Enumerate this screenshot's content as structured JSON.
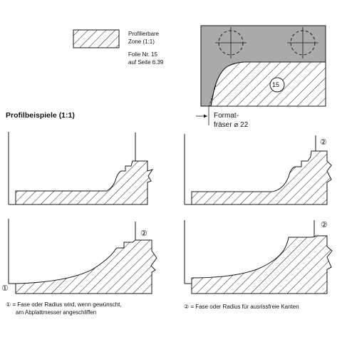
{
  "legend": {
    "zone_line1": "Profilierbare",
    "zone_line2": "Zone (1:1)",
    "folie_line1": "Folie Nr. 15",
    "folie_line2": "auf Seite 6.39"
  },
  "tool": {
    "number": "15",
    "formatfraeser_line1": "Format-",
    "formatfraeser_line2": "fräser ⌀ 22"
  },
  "section_title": "Profilbeispiele (1:1)",
  "markers": {
    "one": "①",
    "two": "②"
  },
  "footnotes": {
    "note1_line1": "① = Fase oder Radius wird, wenn gewünscht,",
    "note1_line2": "am Abplattmesser angeschliffen",
    "note2": "② = Fase oder Radius für ausrissfreie Kanten"
  },
  "colors": {
    "ink": "#1a1a1a",
    "tool_gray": "#aaaaaa",
    "background": "#ffffff"
  }
}
